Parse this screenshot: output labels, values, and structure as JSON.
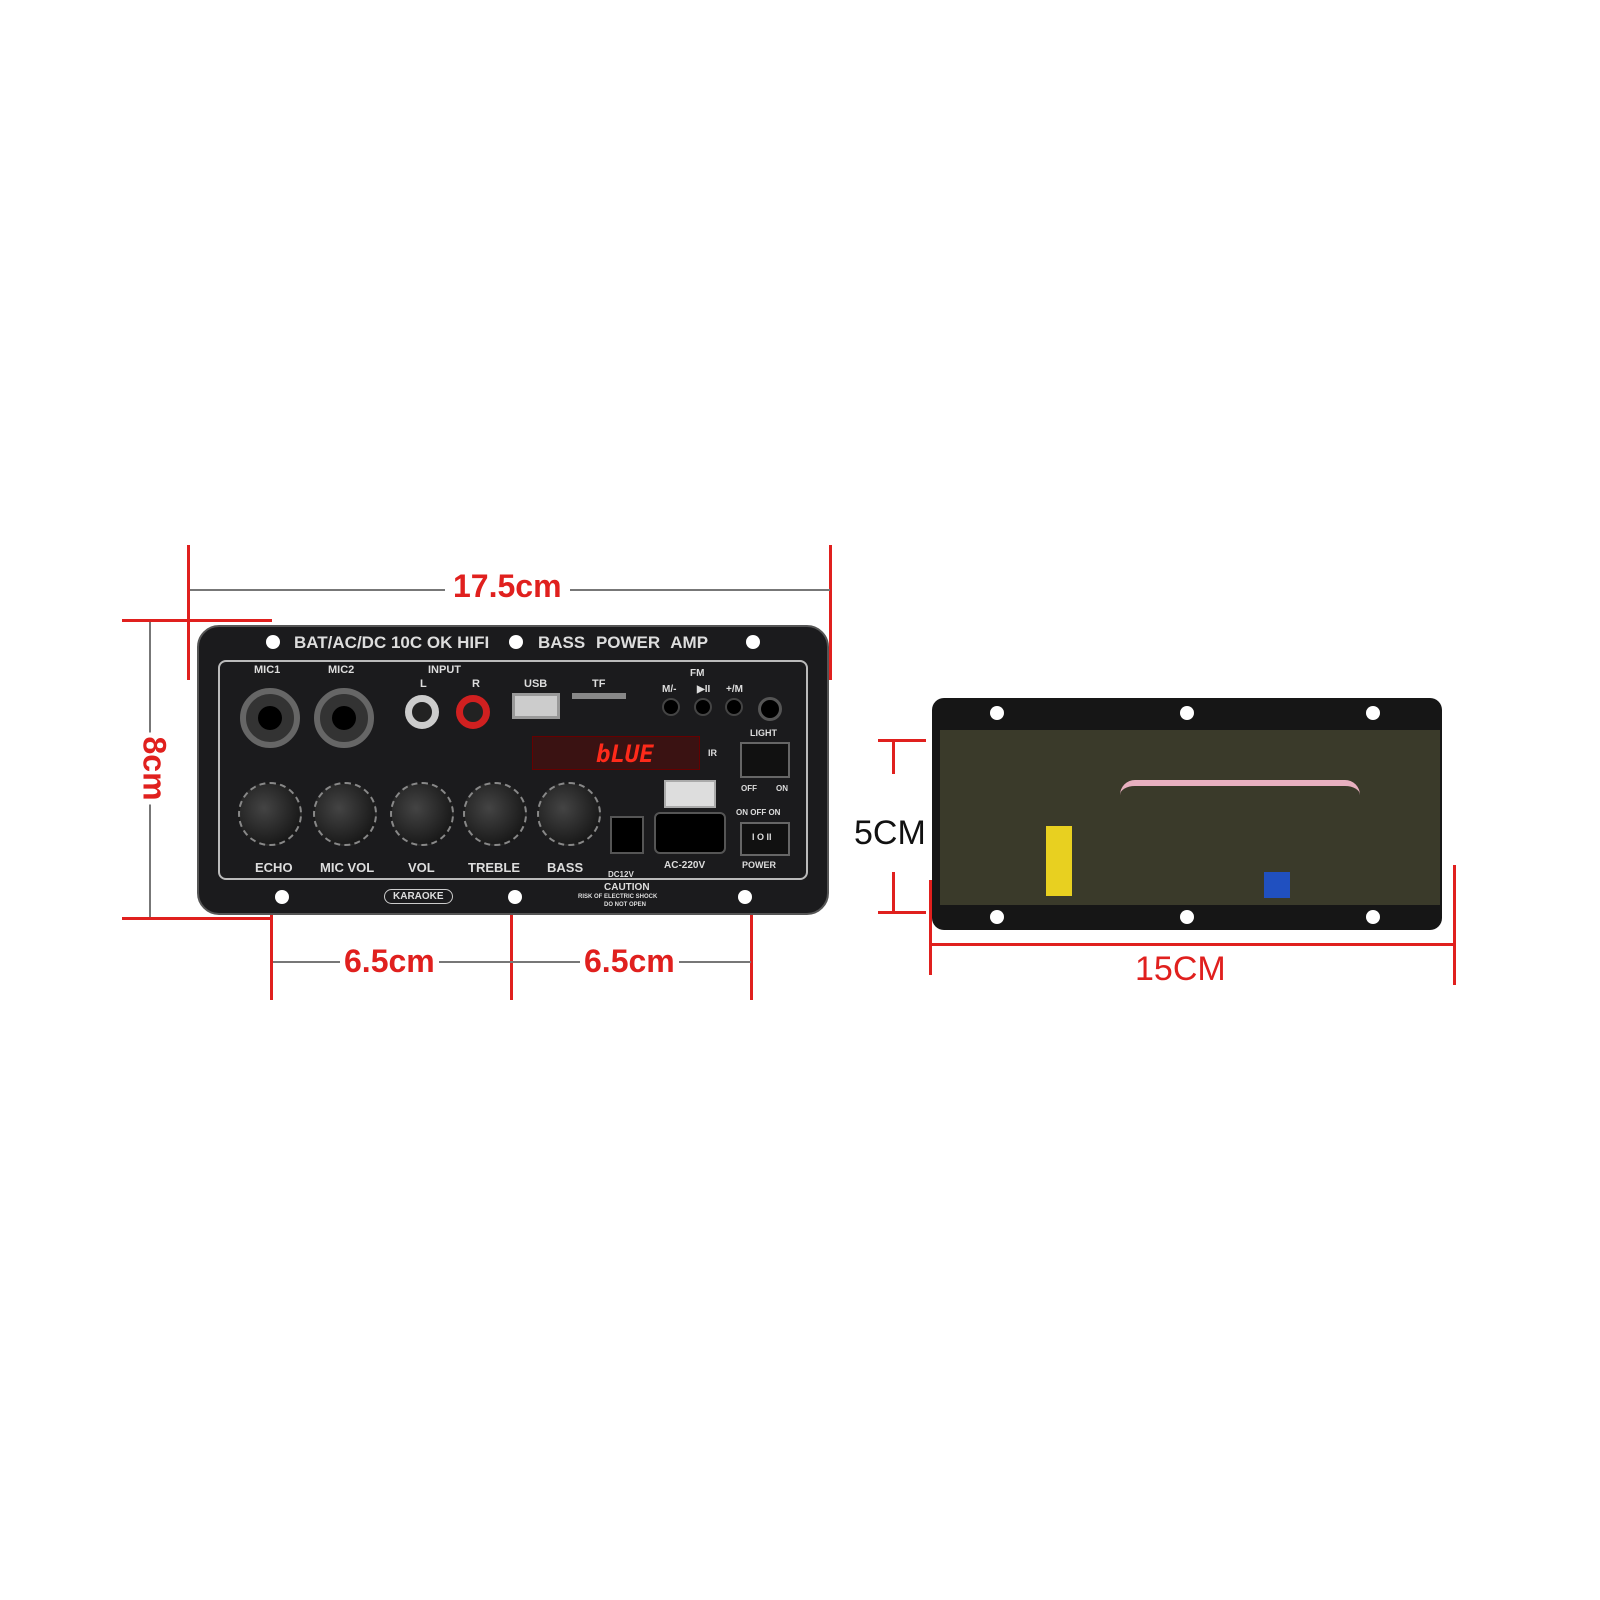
{
  "dimensions": {
    "width": "17.5cm",
    "height": "8cm",
    "spacing_left": "6.5cm",
    "spacing_right": "6.5cm",
    "board_depth": "5CM",
    "board_length": "15CM"
  },
  "panel": {
    "title_left": "BAT/AC/DC 10C OK  HIFI",
    "title_right": "BASS  POWER  AMP",
    "mic1": "MIC1",
    "mic2": "MIC2",
    "input": "INPUT",
    "input_l": "L",
    "input_r": "R",
    "usb": "USB",
    "tf": "TF",
    "fm": "FM",
    "btn_prev": "M/-",
    "btn_play": "▶II",
    "btn_next": "+/M",
    "display": "bLUE",
    "ir": "IR",
    "light": "LIGHT",
    "off": "OFF",
    "on": "ON",
    "on_off_on": "ON OFF ON",
    "knobs": [
      "ECHO",
      "MIC VOL",
      "VOL",
      "TREBLE",
      "BASS"
    ],
    "minus": "−",
    "plus": "+",
    "dc": "DC12V",
    "ac": "AC-220V",
    "power": "POWER",
    "switch": "I O II",
    "karaoke": "KARAOKE",
    "caution": "CAUTION",
    "caution_sub1": "RISK OF ELECTRIC SHOCK",
    "caution_sub2": "DO NOT OPEN"
  },
  "colors": {
    "dimension": "#e0201e",
    "display": "#ff2a1a"
  }
}
